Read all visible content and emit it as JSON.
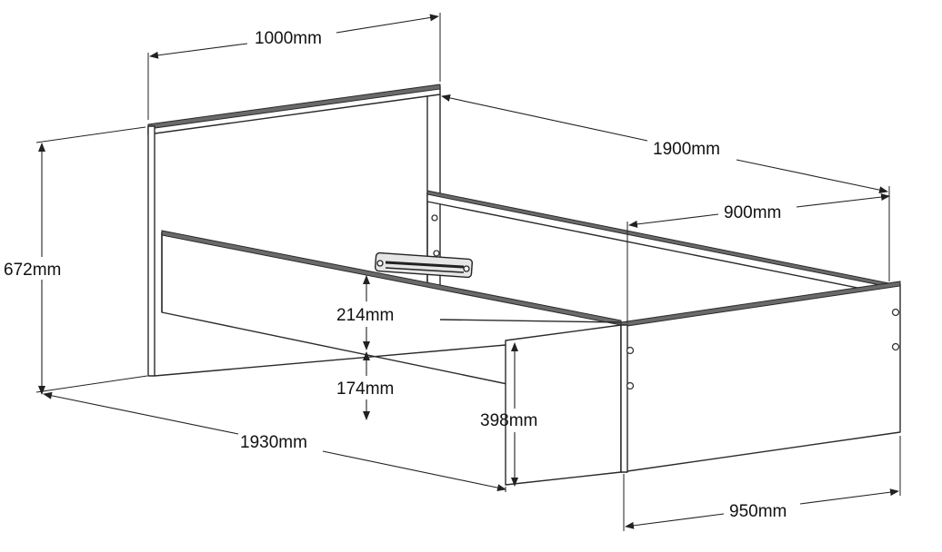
{
  "dimensions": {
    "headboard_width": "1000mm",
    "headboard_height": "672mm",
    "side_length": "1900mm",
    "inner_width": "900mm",
    "rail_height": "214mm",
    "rail_clearance": "174mm",
    "footboard_height": "398mm",
    "overall_length": "1930mm",
    "footboard_width": "950mm"
  }
}
